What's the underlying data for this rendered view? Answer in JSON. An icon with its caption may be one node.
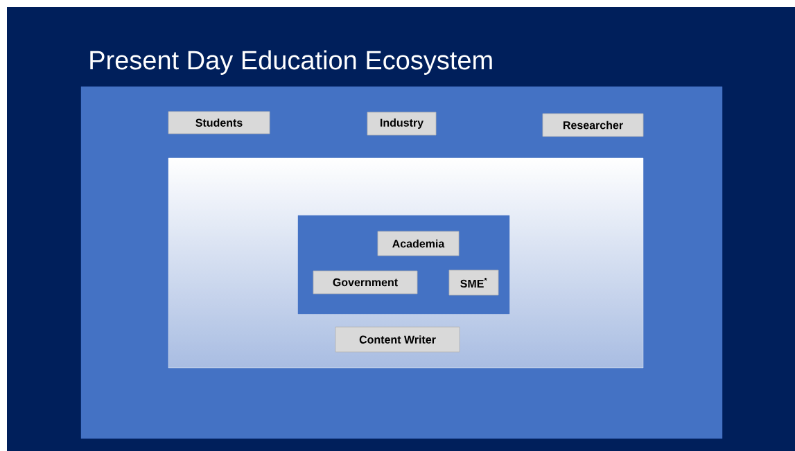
{
  "diagram": {
    "title": "Present Day Education Ecosystem",
    "nodes": [
      {
        "text": [],
        "shape": "box"
      },
      {
        "text": [
          "Students"
        ],
        "in": 0
      },
      {
        "text": [
          "Industry"
        ],
        "in": 0
      },
      {
        "text": [
          "Researcher"
        ],
        "in": 0
      },
      {
        "text": [],
        "shape": "box",
        "in": 0
      },
      {
        "text": [],
        "shape": "box",
        "in": 4
      },
      {
        "text": [
          "Academia"
        ],
        "in": 5
      },
      {
        "text": [
          "Government"
        ],
        "in": 5
      },
      {
        "text": [
          "SME$^{*}$"
        ],
        "in": 5
      },
      {
        "text": [
          "Content Writer"
        ],
        "in": 4
      }
    ]
  }
}
